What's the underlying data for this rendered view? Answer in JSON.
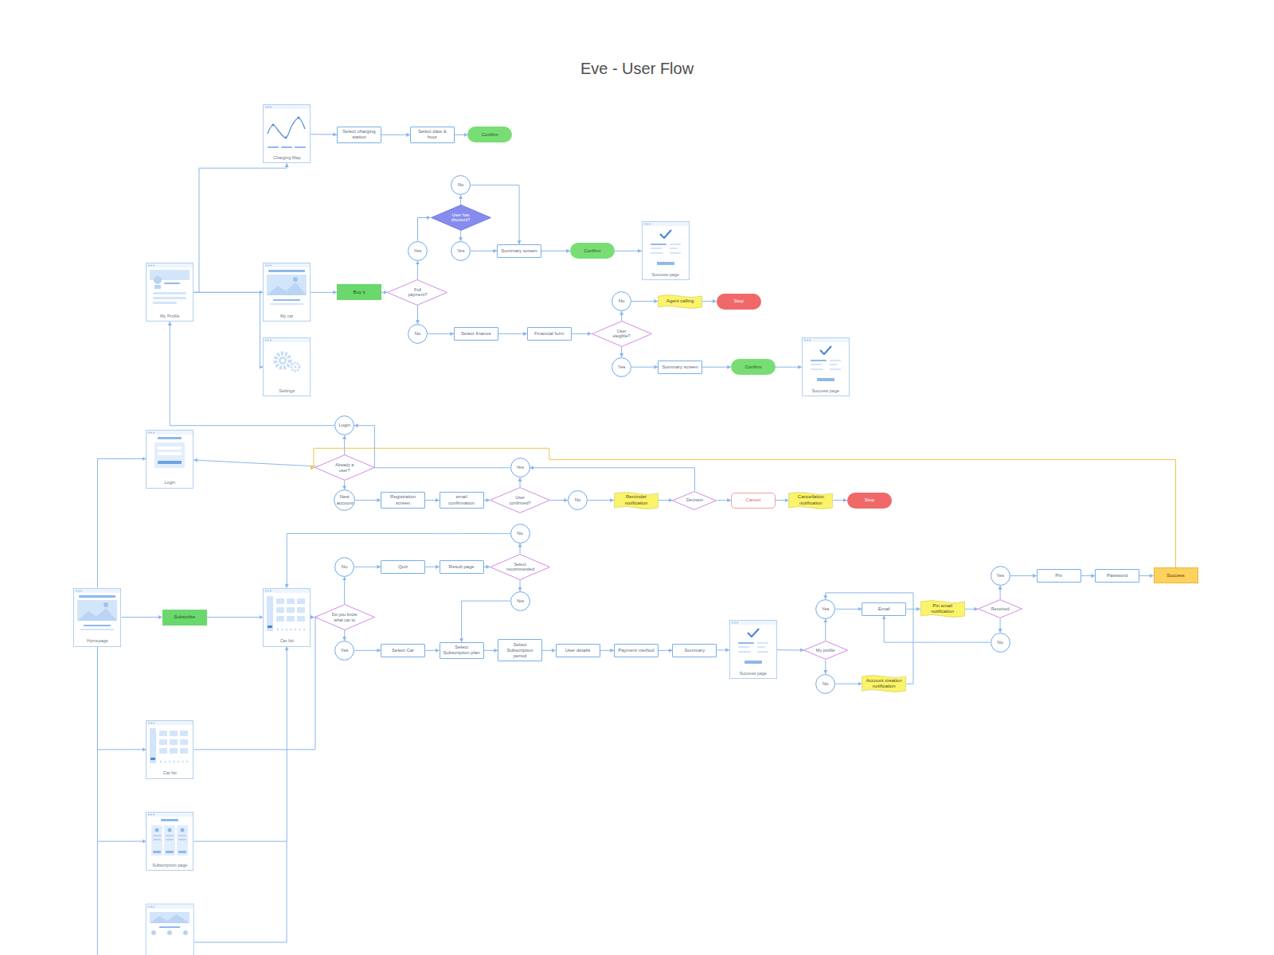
{
  "diagram": {
    "title": "Eve - User Flow",
    "nodes": [
      {
        "text": [
          "Charging Map"
        ]
      },
      {
        "text": [
          "Select charging station"
        ]
      },
      {
        "text": [
          "Select date & hour"
        ]
      },
      {
        "text": [
          "Confirm"
        ]
      },
      {
        "text": [
          "No"
        ]
      },
      {
        "text": [
          "User has discount?"
        ]
      },
      {
        "text": [
          "Yes"
        ]
      },
      {
        "text": [
          "Yes"
        ]
      },
      {
        "text": [
          "Summary screen"
        ]
      },
      {
        "text": [
          "Confirm"
        ]
      },
      {
        "text": [
          "Success page"
        ]
      },
      {
        "text": [
          "My Profile"
        ]
      },
      {
        "text": [
          "My car"
        ]
      },
      {
        "text": [
          "Buy it"
        ]
      },
      {
        "text": [
          "Full payment?"
        ]
      },
      {
        "text": [
          "No"
        ]
      },
      {
        "text": [
          "Agent calling"
        ]
      },
      {
        "text": [
          "Stop"
        ]
      },
      {
        "text": [
          "No"
        ]
      },
      {
        "text": [
          "Select finance"
        ]
      },
      {
        "text": [
          "Financial form"
        ]
      },
      {
        "text": [
          "User elegible?"
        ]
      },
      {
        "text": [
          "Settings"
        ]
      },
      {
        "text": [
          "Yes"
        ]
      },
      {
        "text": [
          "Summary screen"
        ]
      },
      {
        "text": [
          "Confirm"
        ]
      },
      {
        "text": [
          "Success page"
        ]
      },
      {
        "text": [
          "Login"
        ]
      },
      {
        "text": [
          "Login"
        ]
      },
      {
        "text": [
          "Already a user?"
        ]
      },
      {
        "text": [
          "Yes"
        ]
      },
      {
        "text": [
          "New account"
        ]
      },
      {
        "text": [
          "Registration screen"
        ]
      },
      {
        "text": [
          "email confirmation"
        ]
      },
      {
        "text": [
          "User confirmed?"
        ]
      },
      {
        "text": [
          "No"
        ]
      },
      {
        "text": [
          "Reminder notification"
        ]
      },
      {
        "text": [
          "Decision"
        ]
      },
      {
        "text": [
          "Cancel"
        ]
      },
      {
        "text": [
          "Cancellation notification"
        ]
      },
      {
        "text": [
          "Stop"
        ]
      },
      {
        "text": [
          "No"
        ]
      },
      {
        "text": [
          "No"
        ]
      },
      {
        "text": [
          "Quiz"
        ]
      },
      {
        "text": [
          "Result page"
        ]
      },
      {
        "text": [
          "Select recommended"
        ]
      },
      {
        "text": [
          "Yes"
        ]
      },
      {
        "text": [
          "Pin"
        ]
      },
      {
        "text": [
          "Password"
        ]
      },
      {
        "text": [
          "Success"
        ]
      },
      {
        "text": [
          "Yes"
        ]
      },
      {
        "text": [
          "Yes"
        ]
      },
      {
        "text": [
          "Email"
        ]
      },
      {
        "text": [
          "Pin email notification"
        ]
      },
      {
        "text": [
          "Received"
        ]
      },
      {
        "text": [
          "Homepage"
        ]
      },
      {
        "text": [
          "Subscribe"
        ]
      },
      {
        "text": [
          "Car list"
        ]
      },
      {
        "text": [
          "Do you know what car to"
        ]
      },
      {
        "text": [
          "No"
        ]
      },
      {
        "text": [
          "Yes"
        ]
      },
      {
        "text": [
          "Select Car"
        ]
      },
      {
        "text": [
          "Select Subscription plan"
        ]
      },
      {
        "text": [
          "Select Subscription period"
        ]
      },
      {
        "text": [
          "User details"
        ]
      },
      {
        "text": [
          "Payment method"
        ]
      },
      {
        "text": [
          "Summary"
        ]
      },
      {
        "text": [
          "Success page"
        ]
      },
      {
        "text": [
          "My profile"
        ]
      },
      {
        "text": [
          "No"
        ]
      },
      {
        "text": [
          "Account creation notification"
        ]
      },
      {
        "text": [
          "Car list"
        ]
      },
      {
        "text": [
          "Subscription page"
        ]
      }
    ],
    "edges": [
      {
        "from": 0,
        "to": 1,
        "arrow": "to"
      },
      {
        "from": 1,
        "to": 2,
        "arrow": "to"
      },
      {
        "from": 2,
        "to": 3,
        "arrow": "to"
      },
      {
        "from": 11,
        "to": 0,
        "arrow": "to"
      },
      {
        "from": 11,
        "to": 12,
        "arrow": "to"
      },
      {
        "from": 11,
        "to": 22,
        "arrow": "to"
      },
      {
        "from": 12,
        "to": 13,
        "arrow": "to"
      },
      {
        "from": 13,
        "to": 14,
        "arrow": "to"
      },
      {
        "from": 14,
        "to": 6,
        "arrow": "to"
      },
      {
        "from": 14,
        "to": 18,
        "arrow": "to"
      },
      {
        "from": 6,
        "to": 5,
        "arrow": "to"
      },
      {
        "from": 5,
        "to": 4,
        "arrow": "to"
      },
      {
        "from": 5,
        "to": 7,
        "arrow": "to"
      },
      {
        "from": 4,
        "to": 8,
        "arrow": "to"
      },
      {
        "from": 7,
        "to": 8,
        "arrow": "to"
      },
      {
        "from": 8,
        "to": 9,
        "arrow": "to"
      },
      {
        "from": 9,
        "to": 10,
        "arrow": "to"
      },
      {
        "from": 18,
        "to": 19,
        "arrow": "to"
      },
      {
        "from": 19,
        "to": 20,
        "arrow": "to"
      },
      {
        "from": 20,
        "to": 21,
        "arrow": "to"
      },
      {
        "from": 21,
        "to": 15,
        "arrow": "to"
      },
      {
        "from": 21,
        "to": 23,
        "arrow": "to"
      },
      {
        "from": 15,
        "to": 16,
        "arrow": "to"
      },
      {
        "from": 16,
        "to": 17,
        "arrow": "to"
      },
      {
        "from": 23,
        "to": 24,
        "arrow": "to"
      },
      {
        "from": 24,
        "to": 25,
        "arrow": "to"
      },
      {
        "from": 25,
        "to": 26,
        "arrow": "to"
      },
      {
        "from": 27,
        "to": 11,
        "arrow": "to"
      },
      {
        "from": 29,
        "to": 27,
        "arrow": "to"
      },
      {
        "from": 29,
        "to": 28,
        "arrow": "to"
      },
      {
        "from": 55,
        "to": 28,
        "arrow": "to"
      },
      {
        "from": 29,
        "to": 31,
        "arrow": "to"
      },
      {
        "from": 31,
        "to": 32,
        "arrow": "to"
      },
      {
        "from": 32,
        "to": 33,
        "arrow": "to"
      },
      {
        "from": 33,
        "to": 34,
        "arrow": "to"
      },
      {
        "from": 34,
        "to": 30,
        "arrow": "to"
      },
      {
        "from": 34,
        "to": 35,
        "arrow": "to"
      },
      {
        "from": 35,
        "to": 36,
        "arrow": "to"
      },
      {
        "from": 36,
        "to": 37,
        "arrow": "to"
      },
      {
        "from": 37,
        "to": 30,
        "arrow": "to"
      },
      {
        "from": 30,
        "to": 27,
        "arrow": "to"
      },
      {
        "from": 37,
        "to": 38,
        "arrow": "to"
      },
      {
        "from": 38,
        "to": 39,
        "arrow": "to"
      },
      {
        "from": 39,
        "to": 40,
        "arrow": "to"
      },
      {
        "from": 49,
        "to": 29,
        "arrow": "to"
      },
      {
        "from": 55,
        "to": 56,
        "arrow": "to"
      },
      {
        "from": 56,
        "to": 57,
        "arrow": "to"
      },
      {
        "from": 57,
        "to": 58,
        "arrow": "to"
      },
      {
        "from": 58,
        "to": 42,
        "arrow": "to"
      },
      {
        "from": 58,
        "to": 60,
        "arrow": "to"
      },
      {
        "from": 42,
        "to": 43,
        "arrow": "to"
      },
      {
        "from": 43,
        "to": 44,
        "arrow": "to"
      },
      {
        "from": 44,
        "to": 45,
        "arrow": "to"
      },
      {
        "from": 45,
        "to": 41,
        "arrow": "to"
      },
      {
        "from": 45,
        "to": 50,
        "arrow": "to"
      },
      {
        "from": 41,
        "to": 57,
        "arrow": "to"
      },
      {
        "from": 50,
        "to": 62,
        "arrow": "to"
      },
      {
        "from": 60,
        "to": 61,
        "arrow": "to"
      },
      {
        "from": 61,
        "to": 62,
        "arrow": "to"
      },
      {
        "from": 62,
        "to": 63,
        "arrow": "to"
      },
      {
        "from": 63,
        "to": 64,
        "arrow": "to"
      },
      {
        "from": 64,
        "to": 65,
        "arrow": "to"
      },
      {
        "from": 65,
        "to": 66,
        "arrow": "to"
      },
      {
        "from": 66,
        "to": 67,
        "arrow": "to"
      },
      {
        "from": 67,
        "to": 68,
        "arrow": "to"
      },
      {
        "from": 68,
        "to": 51,
        "arrow": "to"
      },
      {
        "from": 68,
        "to": 69,
        "arrow": "to"
      },
      {
        "from": 51,
        "to": 52,
        "arrow": "to"
      },
      {
        "from": 52,
        "to": 53,
        "arrow": "to"
      },
      {
        "from": 53,
        "to": 54,
        "arrow": "to"
      },
      {
        "from": 54,
        "to": 46,
        "arrow": "to"
      },
      {
        "from": 54,
        "to": 59,
        "arrow": "to"
      },
      {
        "from": 59,
        "to": 52,
        "arrow": "to"
      },
      {
        "from": 69,
        "to": 70,
        "arrow": "to"
      },
      {
        "from": 70,
        "to": 51,
        "arrow": "to"
      },
      {
        "from": 46,
        "to": 47,
        "arrow": "to"
      },
      {
        "from": 47,
        "to": 48,
        "arrow": "to"
      },
      {
        "from": 48,
        "to": 49,
        "arrow": "to"
      },
      {
        "from": 55,
        "to": 71,
        "arrow": "to"
      },
      {
        "from": 55,
        "to": 72,
        "arrow": "to"
      },
      {
        "from": 71,
        "to": 58,
        "arrow": "to"
      },
      {
        "from": 72,
        "to": 57,
        "arrow": "to"
      }
    ]
  }
}
